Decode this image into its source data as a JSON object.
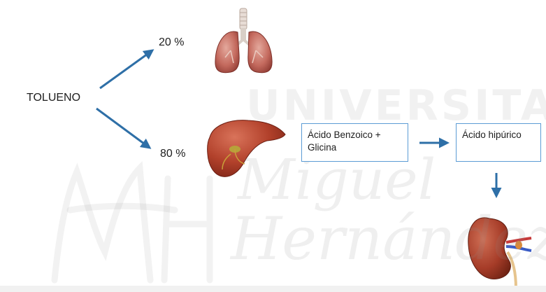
{
  "watermark": {
    "title": "UNIVERSITAS",
    "line1": "Miguel",
    "line2": "Hernández"
  },
  "diagram": {
    "source": "TOLUENO",
    "branches": [
      {
        "percent": "20 %",
        "organ": "lungs-icon"
      },
      {
        "percent": "80 %",
        "organ": "liver-icon"
      }
    ],
    "box_a": {
      "line1": "Ácido Benzoico  +",
      "line2": "Glicina"
    },
    "box_b": {
      "label": "Ácido hipúrico"
    },
    "final_organ": "kidney-icon"
  },
  "colors": {
    "arrow": "#2e6fa7",
    "box_border": "#5b9bd5",
    "organ_red": "#b23a2c"
  }
}
